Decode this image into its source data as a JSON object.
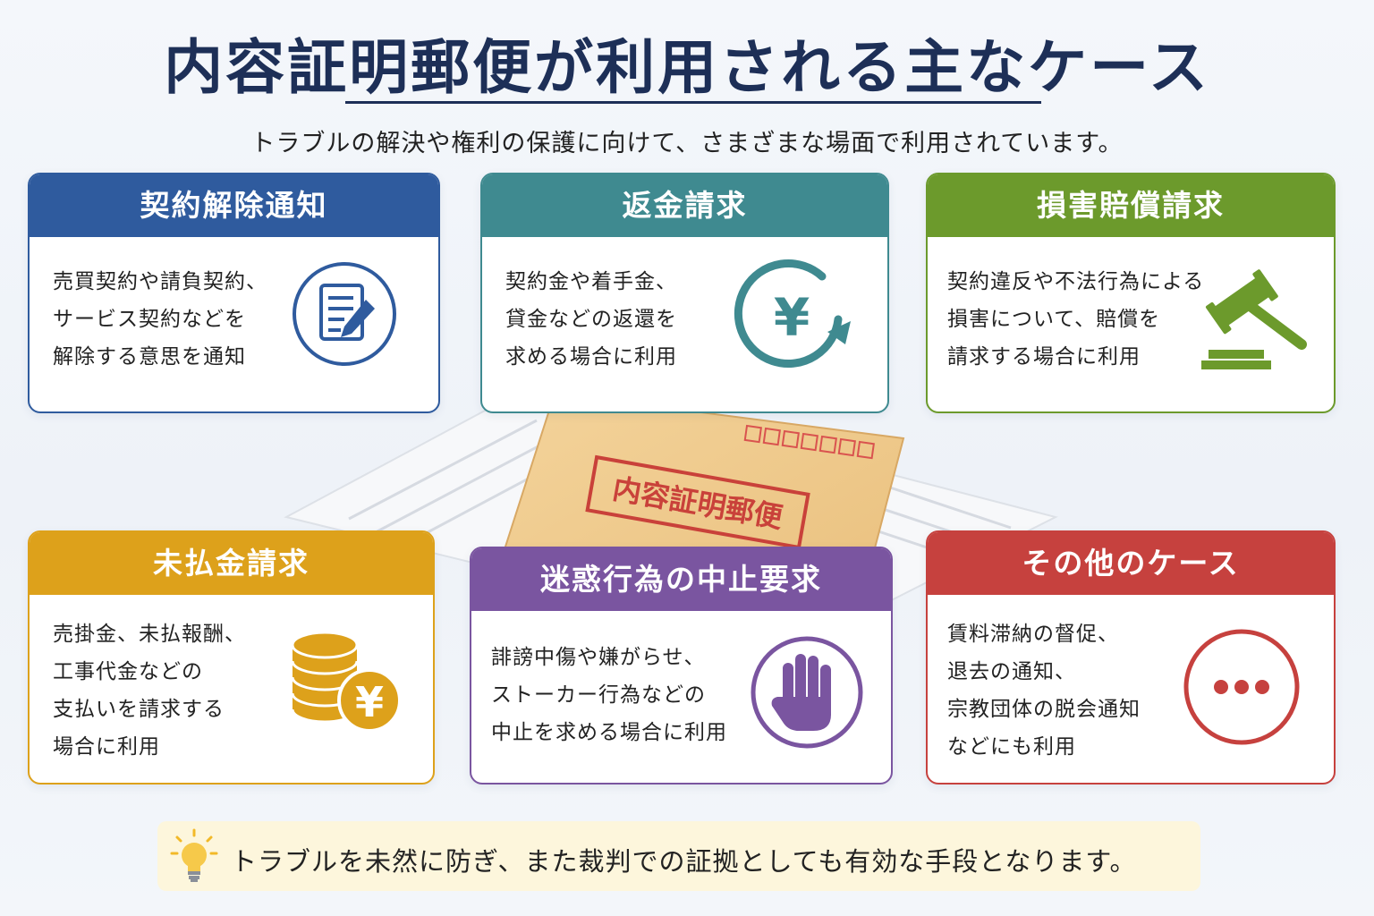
{
  "header": {
    "title": "内容証明郵便が利用される主なケース",
    "subtitle": "トラブルの解決や権利の保護に向けて、さまざまな場面で利用されています。"
  },
  "colors": {
    "navy": "#1d2f57",
    "blue": "#2f5b9e",
    "teal": "#3f8a90",
    "green": "#6c9a2c",
    "gold": "#dda11b",
    "purple": "#7a55a0",
    "red": "#c6413e"
  },
  "cards": [
    {
      "title": "契約解除通知",
      "lines": [
        "売買契約や請負契約、",
        "サービス契約などを",
        "解除する意思を通知"
      ],
      "icon": "document-pen-icon",
      "color": "#2f5b9e"
    },
    {
      "title": "返金請求",
      "lines": [
        "契約金や着手金、",
        "貸金などの返還を",
        "求める場合に利用"
      ],
      "icon": "yen-return-icon",
      "color": "#3f8a90"
    },
    {
      "title": "損害賠償請求",
      "lines": [
        "契約違反や不法行為による",
        "損害について、賠償を",
        "請求する場合に利用"
      ],
      "icon": "gavel-icon",
      "color": "#6c9a2c"
    },
    {
      "title": "未払金請求",
      "lines": [
        "売掛金、未払報酬、",
        "工事代金などの",
        "支払いを請求する",
        "場合に利用"
      ],
      "icon": "coins-yen-icon",
      "color": "#dda11b"
    },
    {
      "title": "迷惑行為の中止要求",
      "lines": [
        "誹謗中傷や嫌がらせ、",
        "ストーカー行為などの",
        "中止を求める場合に利用"
      ],
      "icon": "stop-hand-icon",
      "color": "#7a55a0"
    },
    {
      "title": "その他のケース",
      "lines": [
        "賃料滞納の督促、",
        "退去の通知、",
        "宗教団体の脱会通知",
        "などにも利用"
      ],
      "icon": "more-dots-icon",
      "color": "#c6413e"
    }
  ],
  "illustration": {
    "stamp_text": "内容証明郵便",
    "icon": "envelope-icon"
  },
  "tip": {
    "text": "トラブルを未然に防ぎ、また裁判での証拠としても有効な手段となります。",
    "icon": "lightbulb-icon"
  }
}
